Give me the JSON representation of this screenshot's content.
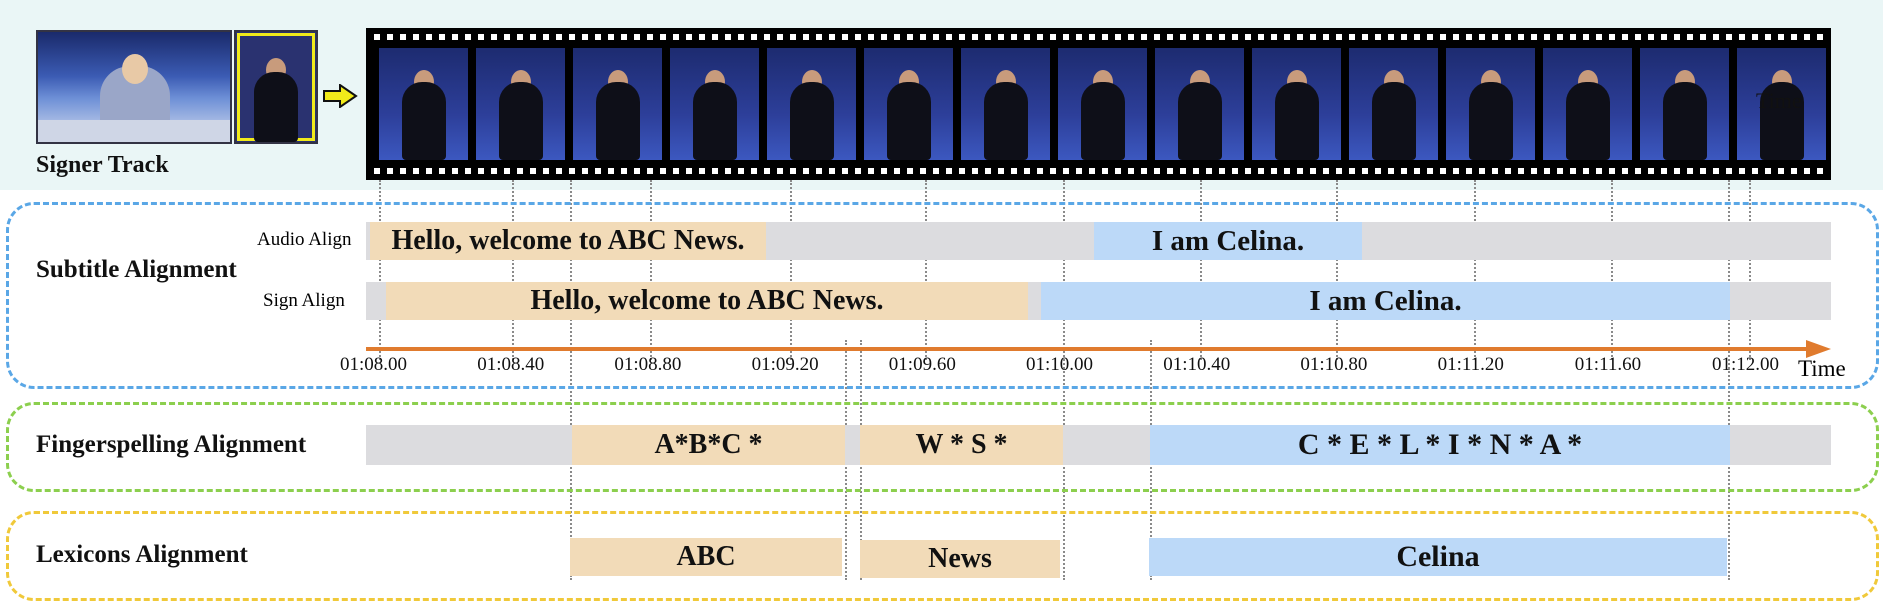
{
  "signer_track_label": "Signer Track",
  "time_label": "Time",
  "subtitle": {
    "title": "Subtitle Alignment",
    "audio_label": "Audio Align",
    "sign_label": "Sign Align",
    "audio_s1": "Hello, welcome to ABC News.",
    "audio_s2": "I am Celina.",
    "sign_s1": "Hello, welcome to ABC News.",
    "sign_s2": "I am Celina."
  },
  "ticks": [
    "01:08.00",
    "01:08.40",
    "01:08.80",
    "01:09.20",
    "01:09.60",
    "01:10.00",
    "01:10.40",
    "01:10.80",
    "01:11.20",
    "01:11.60",
    "01:12.00"
  ],
  "fingerspelling": {
    "title": "Fingerspelling Alignment",
    "s1": "A*B*C *",
    "s2": "W * S *",
    "s3": "C * E * L * I * N * A *"
  },
  "lexicons": {
    "title": "Lexicons Alignment",
    "s1": "ABC",
    "s2": "News",
    "s3": "Celina"
  },
  "colors": {
    "sentence1": "#f2dbb8",
    "sentence2": "#bcd9f8",
    "background_bar": "#dcdcdf",
    "axis": "#e07b2e",
    "subtitle_border": "#5aa7e6",
    "fingerspelling_border": "#8ccf4e",
    "lexicons_border": "#f0c93a"
  }
}
